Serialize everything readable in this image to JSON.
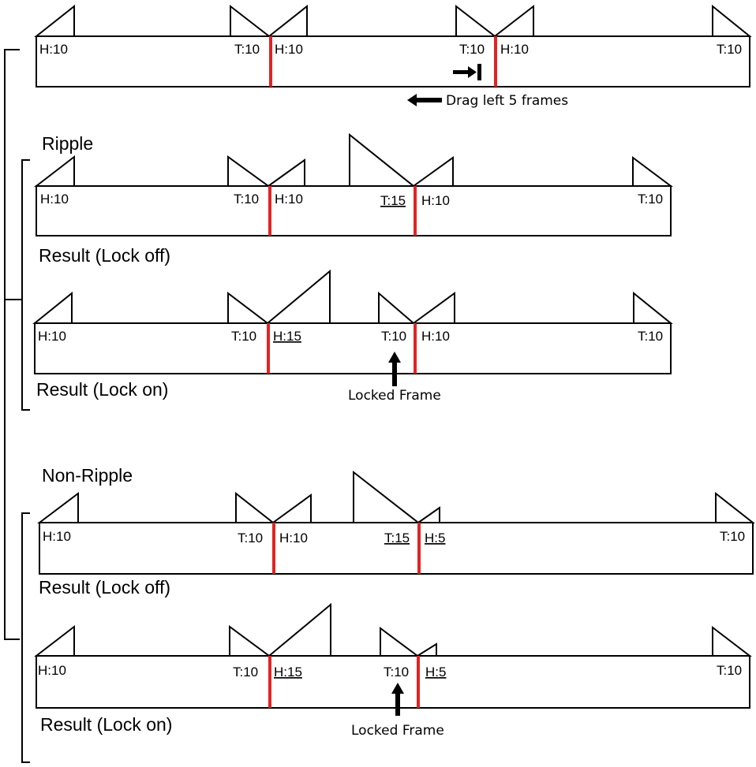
{
  "labels": {
    "h10": "H:10",
    "t10": "T:10",
    "h15": "H:15",
    "t15": "T:15",
    "h5": "H:5"
  },
  "captions": {
    "ripple": "Ripple",
    "non_ripple": "Non-Ripple",
    "result_lock_off": "Result (Lock off)",
    "result_lock_on": "Result (Lock on)"
  },
  "annotations": {
    "drag": "Drag left 5 frames",
    "locked_frame": "Locked Frame"
  },
  "colors": {
    "cut_line": "#e02424",
    "outline": "#000000"
  }
}
